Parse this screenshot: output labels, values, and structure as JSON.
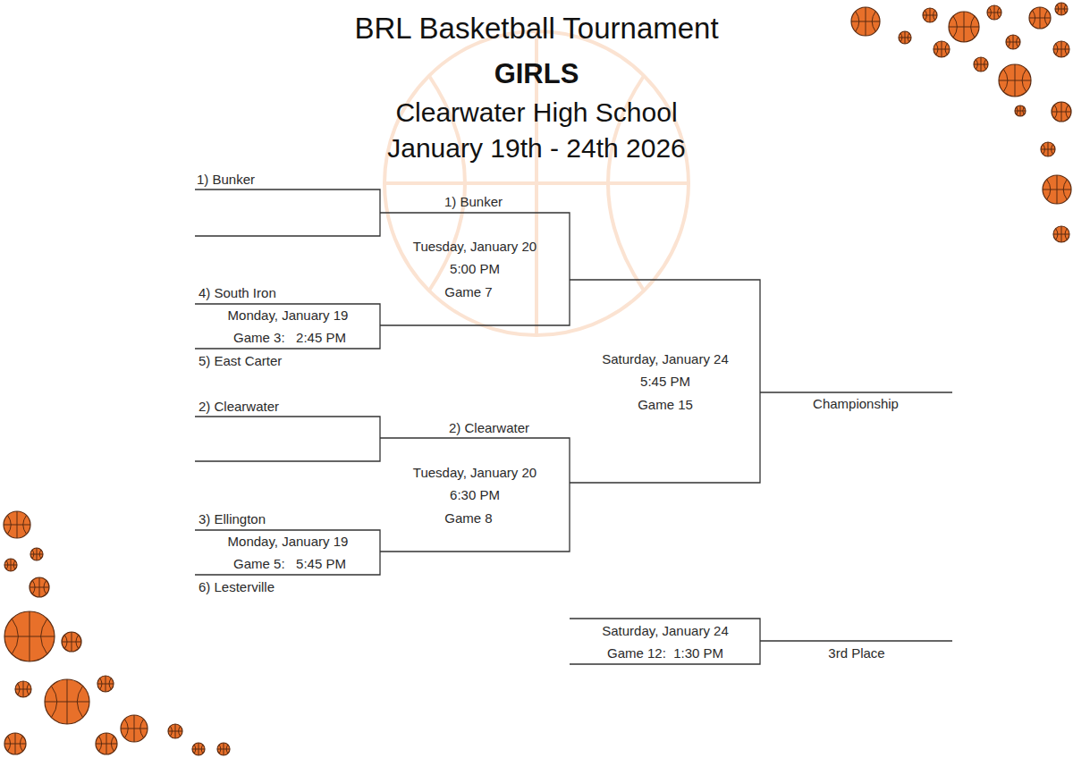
{
  "diagram": {
    "title": "BRL Basketball Tournament",
    "labels": [
      "GIRLS",
      "Clearwater High School",
      "January 19th - 24th 2026",
      "1) Bunker",
      "1) Bunker",
      "Tuesday, January 20",
      "5:00 PM",
      "Game 7",
      "4) South Iron",
      "Monday, January 19",
      "Game 3:   2:45 PM",
      "5) East Carter",
      "2) Clearwater",
      "2) Clearwater",
      "Tuesday, January 20",
      "6:30 PM",
      "Game 8",
      "3) Ellington",
      "Monday, January 19",
      "Game 5:   5:45 PM",
      "6) Lesterville",
      "Saturday, January 24",
      "5:45 PM",
      "Game 15",
      "Championship",
      "Saturday, January 24",
      "Game 12:  1:30 PM",
      "3rd Place"
    ]
  }
}
